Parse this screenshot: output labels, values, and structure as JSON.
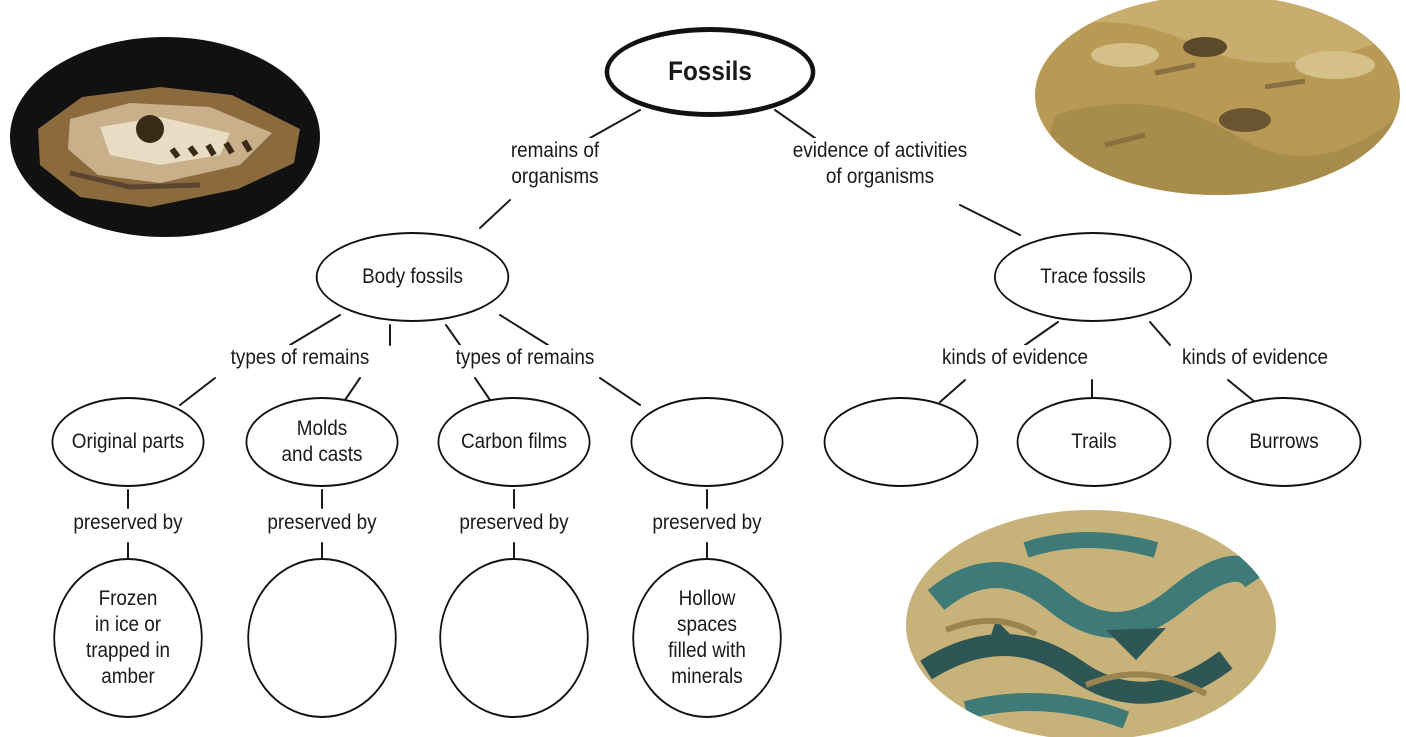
{
  "diagram": {
    "root": "Fossils",
    "branches": [
      {
        "link_label": "remains of\norganisms",
        "node": "Body fossils",
        "children": [
          {
            "link_label": "types of remains",
            "node": "Original parts",
            "preserved_link": "preserved by",
            "preserved_node": "Frozen\nin ice or\ntrapped in\namber"
          },
          {
            "link_label": "",
            "node": "Molds\nand casts",
            "preserved_link": "preserved by",
            "preserved_node": ""
          },
          {
            "link_label": "types of remains",
            "node": "Carbon films",
            "preserved_link": "preserved by",
            "preserved_node": ""
          },
          {
            "link_label": "",
            "node": "",
            "preserved_link": "preserved by",
            "preserved_node": "Hollow\nspaces\nfilled with\nminerals"
          }
        ]
      },
      {
        "link_label": "evidence of activities\nof organisms",
        "node": "Trace fossils",
        "children": [
          {
            "link_label": "kinds of evidence",
            "node": ""
          },
          {
            "link_label": "",
            "node": "Trails"
          },
          {
            "link_label": "kinds of evidence",
            "node": "Burrows"
          }
        ]
      }
    ]
  },
  "images": [
    {
      "name": "fossil-skull-photo",
      "colors": [
        "#111111",
        "#8b6a3e",
        "#c9b08a",
        "#e8dcc4"
      ]
    },
    {
      "name": "trace-fossil-footprints-photo",
      "colors": [
        "#b89a55",
        "#d4c088",
        "#8a7040",
        "#5a4a2a"
      ]
    },
    {
      "name": "burrow-fossil-photo",
      "colors": [
        "#3d7a78",
        "#c7b27a",
        "#9a8450",
        "#2e5654"
      ]
    }
  ]
}
